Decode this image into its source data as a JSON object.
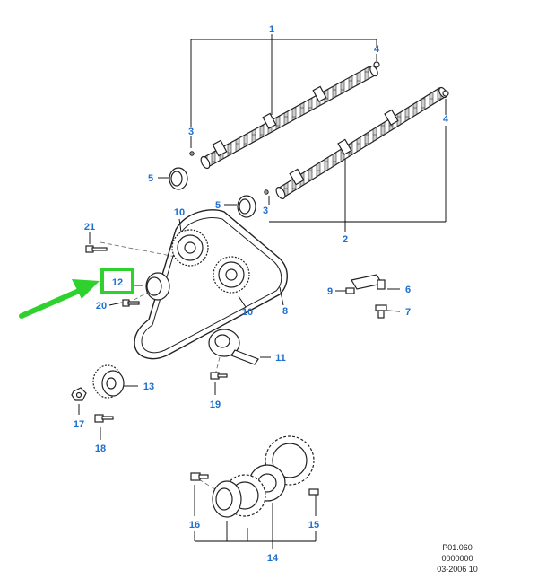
{
  "callouts": [
    {
      "id": "c1",
      "text": "1"
    },
    {
      "id": "c2",
      "text": "2"
    },
    {
      "id": "c3a",
      "text": "3"
    },
    {
      "id": "c3b",
      "text": "3"
    },
    {
      "id": "c4a",
      "text": "4"
    },
    {
      "id": "c4b",
      "text": "4"
    },
    {
      "id": "c5a",
      "text": "5"
    },
    {
      "id": "c5b",
      "text": "5"
    },
    {
      "id": "c6",
      "text": "6"
    },
    {
      "id": "c7",
      "text": "7"
    },
    {
      "id": "c8",
      "text": "8"
    },
    {
      "id": "c9",
      "text": "9"
    },
    {
      "id": "c10a",
      "text": "10"
    },
    {
      "id": "c10b",
      "text": "10"
    },
    {
      "id": "c11",
      "text": "11"
    },
    {
      "id": "c12",
      "text": "12"
    },
    {
      "id": "c13",
      "text": "13"
    },
    {
      "id": "c14",
      "text": "14"
    },
    {
      "id": "c15",
      "text": "15"
    },
    {
      "id": "c16",
      "text": "16"
    },
    {
      "id": "c17",
      "text": "17"
    },
    {
      "id": "c18",
      "text": "18"
    },
    {
      "id": "c19",
      "text": "19"
    },
    {
      "id": "c20",
      "text": "20"
    },
    {
      "id": "c21",
      "text": "21"
    }
  ],
  "reference": {
    "line1": "P01.060",
    "line2": "0000000",
    "line3": "03-2006 10"
  },
  "colors": {
    "callout_text": "#1f6fd1",
    "highlight_box": "#2ed12e",
    "arrow": "#2ed12e",
    "outline": "#222222"
  },
  "highlighted_callout": "12"
}
